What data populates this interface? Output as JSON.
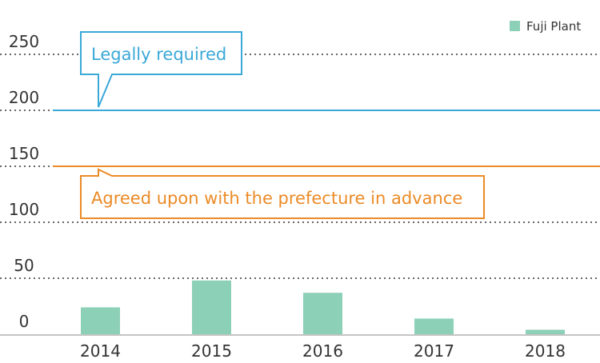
{
  "chart_data": {
    "type": "bar",
    "categories": [
      "2014",
      "2015",
      "2016",
      "2017",
      "2018"
    ],
    "series": [
      {
        "name": "Fuji Plant",
        "values": [
          24,
          48,
          37,
          14,
          4
        ]
      }
    ],
    "ylim": [
      0,
      250
    ],
    "y_ticks": [
      "250",
      "200",
      "150",
      "100",
      "50",
      "0"
    ],
    "grid": true,
    "legend": "top-right",
    "reference_lines": [
      {
        "label": "Legally required",
        "value": 200
      },
      {
        "label": "Agreed upon with the prefecture in advance",
        "value": 150
      }
    ],
    "colors": {
      "bar": "#8dd0b8",
      "legally_required": "#3aa8d8",
      "agreed": "#ec8a26",
      "grid": "#666666"
    }
  }
}
